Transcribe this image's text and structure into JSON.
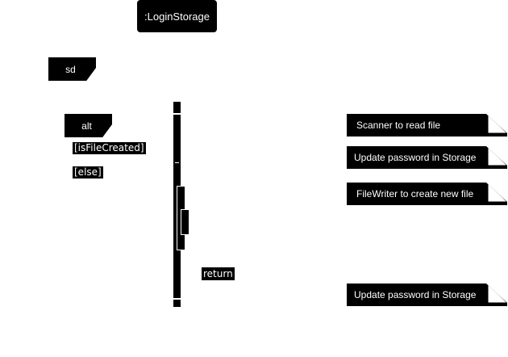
{
  "participant": {
    "name": ":LoginStorage"
  },
  "fragments": {
    "sd_label": "sd",
    "alt_label": "alt",
    "guards": [
      "[isFileCreated]",
      "[else]"
    ]
  },
  "messages": {
    "return_label": "return"
  },
  "notes": [
    "Scanner to read file",
    "Update password in Storage",
    "FileWriter to create new file",
    "Update password in Storage"
  ],
  "colors": {
    "background": "#ffffff",
    "shape_fill": "#000000",
    "text": "#ffffff"
  }
}
